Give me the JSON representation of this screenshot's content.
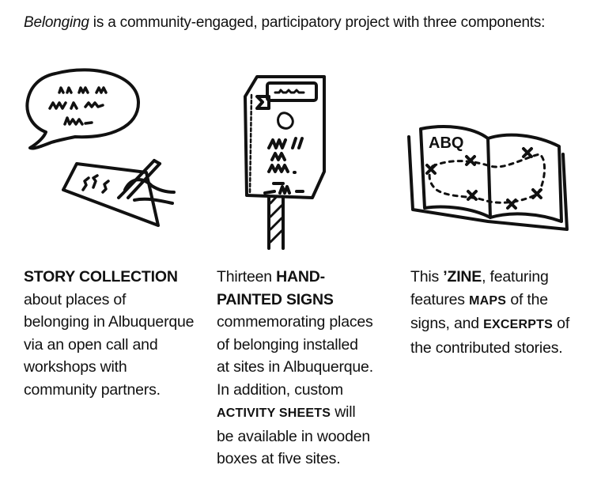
{
  "intro": {
    "title_italic": "Belonging",
    "rest": " is a community-engaged, participatory project with three components:"
  },
  "components": [
    {
      "illustration": "speech-bubble-and-writing-hand",
      "lead": "STORY COLLECTION",
      "lines": [
        "about places of",
        "belonging in Albuquerque",
        "via an open call and",
        "workshops with",
        "community partners."
      ]
    },
    {
      "illustration": "hand-painted-sign-on-post",
      "line1_prefix": "Thirteen ",
      "line1_bold": "HAND-",
      "line2_bold": "PAINTED SIGNS",
      "lines": [
        "commemorating places",
        "of belonging installed",
        "at sites in Albuquerque.",
        "In addition, custom"
      ],
      "sc_line_bold": "ACTIVITY SHEETS",
      "sc_line_rest": " will",
      "tail_lines": [
        "be available in wooden",
        "boxes at five sites."
      ]
    },
    {
      "illustration": "open-zine-book-with-map",
      "book_label": "ABQ",
      "line1_prefix": "This ",
      "line1_bold": "’ZINE",
      "line1_rest": ", featuring",
      "line2_prefix": "features ",
      "line2_sc": "MAPS",
      "line2_rest": " of the",
      "line3_prefix": "signs, and ",
      "line3_sc": "EXCERPTS",
      "line3_rest": " of",
      "line4": "the contributed stories."
    }
  ]
}
